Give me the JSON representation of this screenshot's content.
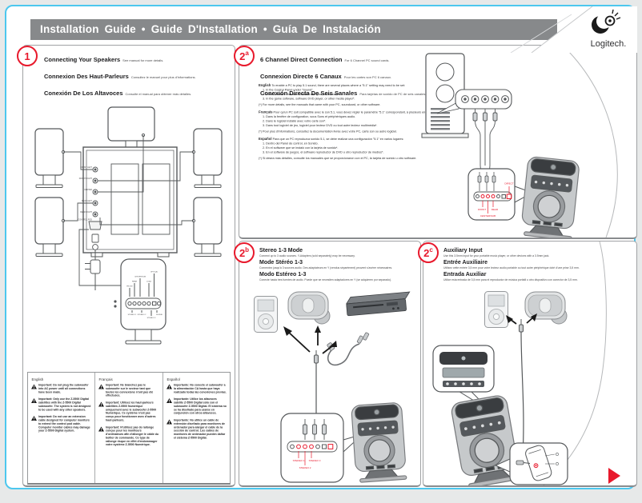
{
  "header": {
    "title": "Installation Guide  •  Guide D'Installation  •  Guía De Instalación"
  },
  "brand": {
    "logo": "Logitech."
  },
  "colors": {
    "accent_red": "#e8192c",
    "page_border_cyan": "#4cc7ee",
    "header_gray": "#87898b"
  },
  "section1": {
    "number": "1",
    "headings": [
      {
        "title": "Connecting Your Speakers",
        "note": "See manual for more details."
      },
      {
        "title": "Connexion Des Haut-Parleurs",
        "note": "Consultez le manuel pour plus d'informations."
      },
      {
        "title": "Conexión De Los Altavoces",
        "note": "Consulte el manual para obtener más detalles."
      }
    ],
    "diagram": {
      "sub_jacks": [
        "FRONT LEFT",
        "FRONT RIGHT",
        "CENTER",
        "REAR LEFT",
        "REAR RIGHT"
      ],
      "control_pod_label": "CONTROL POD",
      "pod_inputs_top": [
        "FRONT",
        "REAR",
        "CENTER/SUB",
        "COAX",
        "OPTICAL"
      ],
      "pod_inputs_bottom": [
        "STEREO 1",
        "STEREO 2",
        "STEREO 3",
        "DIGITAL"
      ]
    }
  },
  "notes": {
    "columns": [
      {
        "lang": "English",
        "items": [
          "Important: Do not plug the subwoofer into AC power until all connections have been made.",
          "Important: Only use the Z-5500 Digital satellites with the Z-5500 Digital subwoofer. The system is not designed to be used with any other speakers.",
          "Important: Do not use an extension cable designed for computer monitors to extend the control pod cable. Computer monitor cables may damage your Z-5500 Digital system."
        ]
      },
      {
        "lang": "Français",
        "items": [
          "Important: Ne branchez pas le subwoofer sur le secteur tant que toutes les connexions n'ont pas été effectuées.",
          "Important: Utilisez les haut-parleurs satellites Z-5500 Numérique uniquement avec le subwoofer Z-5500 Numérique. Ce système n'est pas conçu pour fonctionner avec d'autres haut-parleurs.",
          "Important: N'utilisez pas de rallonge conçue pour les moniteurs d'ordinateurs afin d'allonger le câble du boîtier de commande. Ce type de rallonge risque en effet d'endommager votre système Z-5500 Numérique."
        ]
      },
      {
        "lang": "Español",
        "items": [
          "Importante: No conecte el subwoofer a la alimentación CA hasta que haya realizado todas las conexiones previas.",
          "Importante: Utilice los altavoces satélite Z-5500 Digital sólo con el subwoofer Z-5500 Digital. El sistema no se ha diseñado para usarse en conjunción con otros altavoces.",
          "Importante: No utilice un cable de extensión diseñado para monitores de ordenador para alargar el cable de la sección de control. Los cables de monitores de ordenador pueden dañar el sistema Z-5500 Digital."
        ]
      }
    ]
  },
  "section2a": {
    "number": "2",
    "letter": "a",
    "headings": [
      {
        "title": "6 Channel Direct Connection",
        "note": "For 6 Channel PC sound cards."
      },
      {
        "title": "Connexion Directe 6 Canaux",
        "note": "Pour les cartes son PC 6 canaux."
      },
      {
        "title": "Conexión Directa De Seis Sanales",
        "note": "Para tarjetas de sonido de PC de seis canales."
      }
    ],
    "body": [
      {
        "lang": "English",
        "intro": "To enable a PC to play 5.1 sound, there are several places where a \"5.1\" setting may need to be set:",
        "steps": [
          "1. In the Control Panel under \"Sound\".",
          "2. In the software that was installed with your sound card*.",
          "3. In the game software, software DVD player, or other media player*."
        ],
        "footnote": "(*) For more details, see the manuals that came with your PC, soundcard, or other software."
      },
      {
        "lang": "Français",
        "intro": "Pour qu'un PC soit compatible avec le son 5.1, vous devez régler le paramètre \"5.1\" correspondant, à plusieurs endroits:",
        "steps": [
          "1. Dans la fenêtre de configuration, sous Sons et périphériques audio.",
          "2. Dans le logiciel installé avec votre carte son*.",
          "3. Dans tout logiciel de jeu, logiciel pour lecteur DVD ou tout autre lecteur multimédia*."
        ],
        "footnote": "(*) Pour plus d'informations, consultez la documentation livrée avec votre PC, carte son ou autre logiciel."
      },
      {
        "lang": "Español",
        "intro": "Para que un PC reproduzca sonido 5.1, se debe realizar una configuración \"5.1\" en varios lugares:",
        "steps": [
          "1. Dentro del Panel de control, en Sonido.",
          "2. En el software que se instaló con la tarjeta de sonido*.",
          "3. En el software de juegos, el software reproductor de DVD u otro reproductor de medios*."
        ],
        "footnote": "(*) Si desea más detalles, consulte los manuales que se proporcionaron con el PC, la tarjeta de sonido u otro software."
      }
    ],
    "callout": {
      "top": "DIRECT",
      "bottom": [
        "FRONT",
        "REAR",
        "CENTER/SUB"
      ]
    }
  },
  "section2b": {
    "number": "2",
    "letter": "b",
    "headings": [
      {
        "title": "Stereo 1-3 Mode",
        "note": "Connect up to 3 audio sources. Y-Adapters (sold separately) may be necessary."
      },
      {
        "title": "Mode Stéréo 1-3",
        "note": "Connectez jusqu'à 3 sources audio. Des adaptateurs en Y (vendus séparément) peuvent s'avérer nécessaires."
      },
      {
        "title": "Modo Estéreo 1-3",
        "note": "Conecte hasta tres fuentes de audio. Puede que se necesiten adaptadores en Y (se adquieren por separado)."
      }
    ],
    "callout": [
      "STEREO 1",
      "STEREO 2",
      "STEREO 3"
    ]
  },
  "section2c": {
    "number": "2",
    "letter": "c",
    "headings": [
      {
        "title": "Auxiliary Input",
        "note": "Use this 3.5mm input for your portable music player, or other devices with a 3.5mm jack."
      },
      {
        "title": "Entrée Auxiliaire",
        "note": "Utilisez cette entrée 3,5 mm pour votre lecteur audio portable ou tout autre périphérique doté d'une prise 3,5 mm."
      },
      {
        "title": "Entrada Auxiliar",
        "note": "Utilice esta entrada de 3,5 mm para el reproductor de música portátil u otro dispositivo con conector de 3,5 mm."
      }
    ]
  }
}
